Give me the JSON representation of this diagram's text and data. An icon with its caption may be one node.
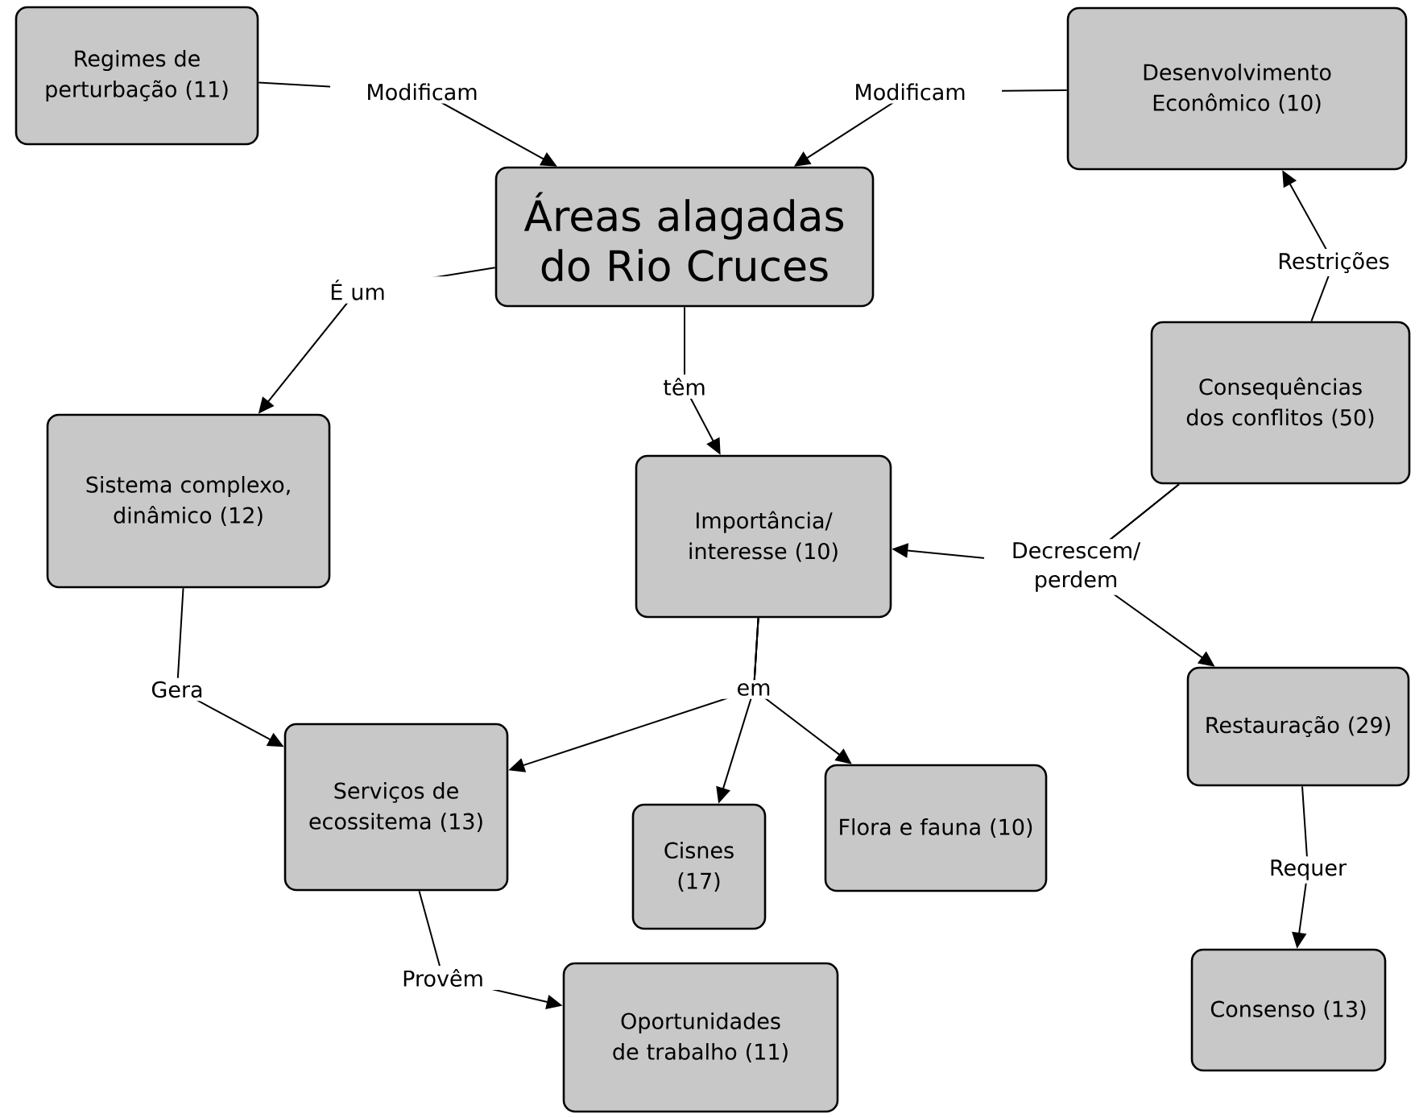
{
  "diagram": {
    "nodes": [
      {
        "text": [
          "Regimes de perturbação (11)"
        ]
      },
      {
        "text": [
          "Desenvolvimento Econômico (10)"
        ]
      },
      {
        "text": [
          "Áreas alagadas do Rio Cruces"
        ]
      },
      {
        "text": [
          "Sistema complexo, dinâmico (12)"
        ]
      },
      {
        "text": [
          "Importância/ interesse (10)"
        ]
      },
      {
        "text": [
          "Consequências dos conflitos (50)"
        ]
      },
      {
        "text": [
          "Serviços de ecossitema (13)"
        ]
      },
      {
        "text": [
          "Cisnes (17)"
        ]
      },
      {
        "text": [
          "Flora e fauna (10)"
        ]
      },
      {
        "text": [
          "Restauração (29)"
        ]
      },
      {
        "text": [
          "Consenso (13)"
        ]
      },
      {
        "text": [
          "Oportunidades de trabalho (11)"
        ]
      }
    ],
    "edges": [
      {
        "from": 0,
        "to": 2,
        "arrow": "to",
        "label": "Modificam"
      },
      {
        "from": 1,
        "to": 2,
        "arrow": "to",
        "label": "Modificam"
      },
      {
        "from": 2,
        "to": 3,
        "arrow": "to",
        "label": "É um"
      },
      {
        "from": 2,
        "to": 4,
        "arrow": "to",
        "label": "têm"
      },
      {
        "from": 5,
        "to": 1,
        "arrow": "to",
        "label": "Restrições"
      },
      {
        "from": 5,
        "to": 4,
        "arrow": "to",
        "label": "Decrescem/ perdem"
      },
      {
        "from": 5,
        "to": 9,
        "arrow": "to"
      },
      {
        "from": 3,
        "to": 6,
        "arrow": "to",
        "label": "Gera"
      },
      {
        "from": 4,
        "to": 6,
        "arrow": "to",
        "label": "em"
      },
      {
        "from": 4,
        "to": 7,
        "arrow": "to"
      },
      {
        "from": 4,
        "to": 8,
        "arrow": "to"
      },
      {
        "from": 6,
        "to": 11,
        "arrow": "to",
        "label": "Provêm"
      },
      {
        "from": 9,
        "to": 10,
        "arrow": "to",
        "label": "Requer"
      }
    ]
  }
}
